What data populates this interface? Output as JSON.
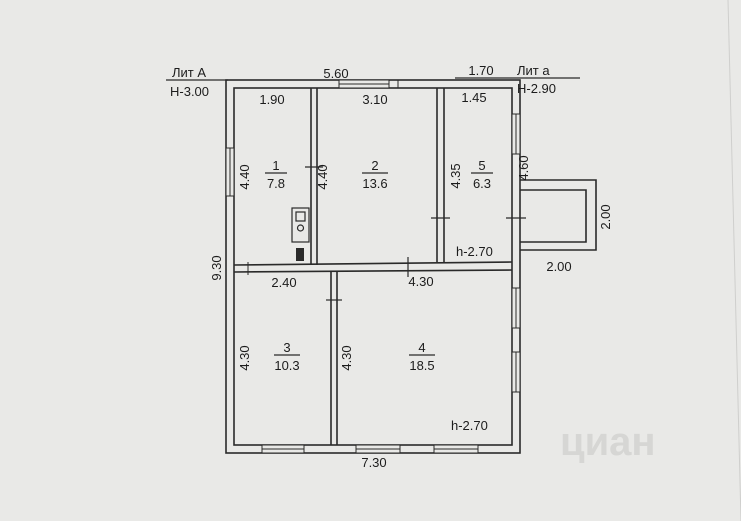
{
  "titles": {
    "lit_a": "Лит А",
    "height_a": "Н-3.00",
    "lit_a_small": "Лит а",
    "height_a_small": "Н-2.90"
  },
  "rooms": [
    {
      "num": "1",
      "area": "7.8"
    },
    {
      "num": "2",
      "area": "13.6"
    },
    {
      "num": "3",
      "area": "10.3"
    },
    {
      "num": "4",
      "area": "18.5"
    },
    {
      "num": "5",
      "area": "6.3"
    }
  ],
  "ceiling_heights": {
    "room5": "h-2.70",
    "room4": "h-2.70"
  },
  "dimensions": {
    "top_total": "5.60",
    "top_annex": "1.70",
    "room1_width": "1.90",
    "room2_width": "3.10",
    "room5_width": "1.45",
    "room1_height": "4.40",
    "room2_height": "4.40",
    "room5_height": "4.35",
    "annex_height": "4.60",
    "side_total": "9.30",
    "porch_height": "2.00",
    "porch_width": "2.00",
    "room3_width": "2.40",
    "room4_width": "4.30",
    "room3_height": "4.30",
    "room4_height": "4.30",
    "bottom_total": "7.30"
  },
  "watermark": "циан"
}
